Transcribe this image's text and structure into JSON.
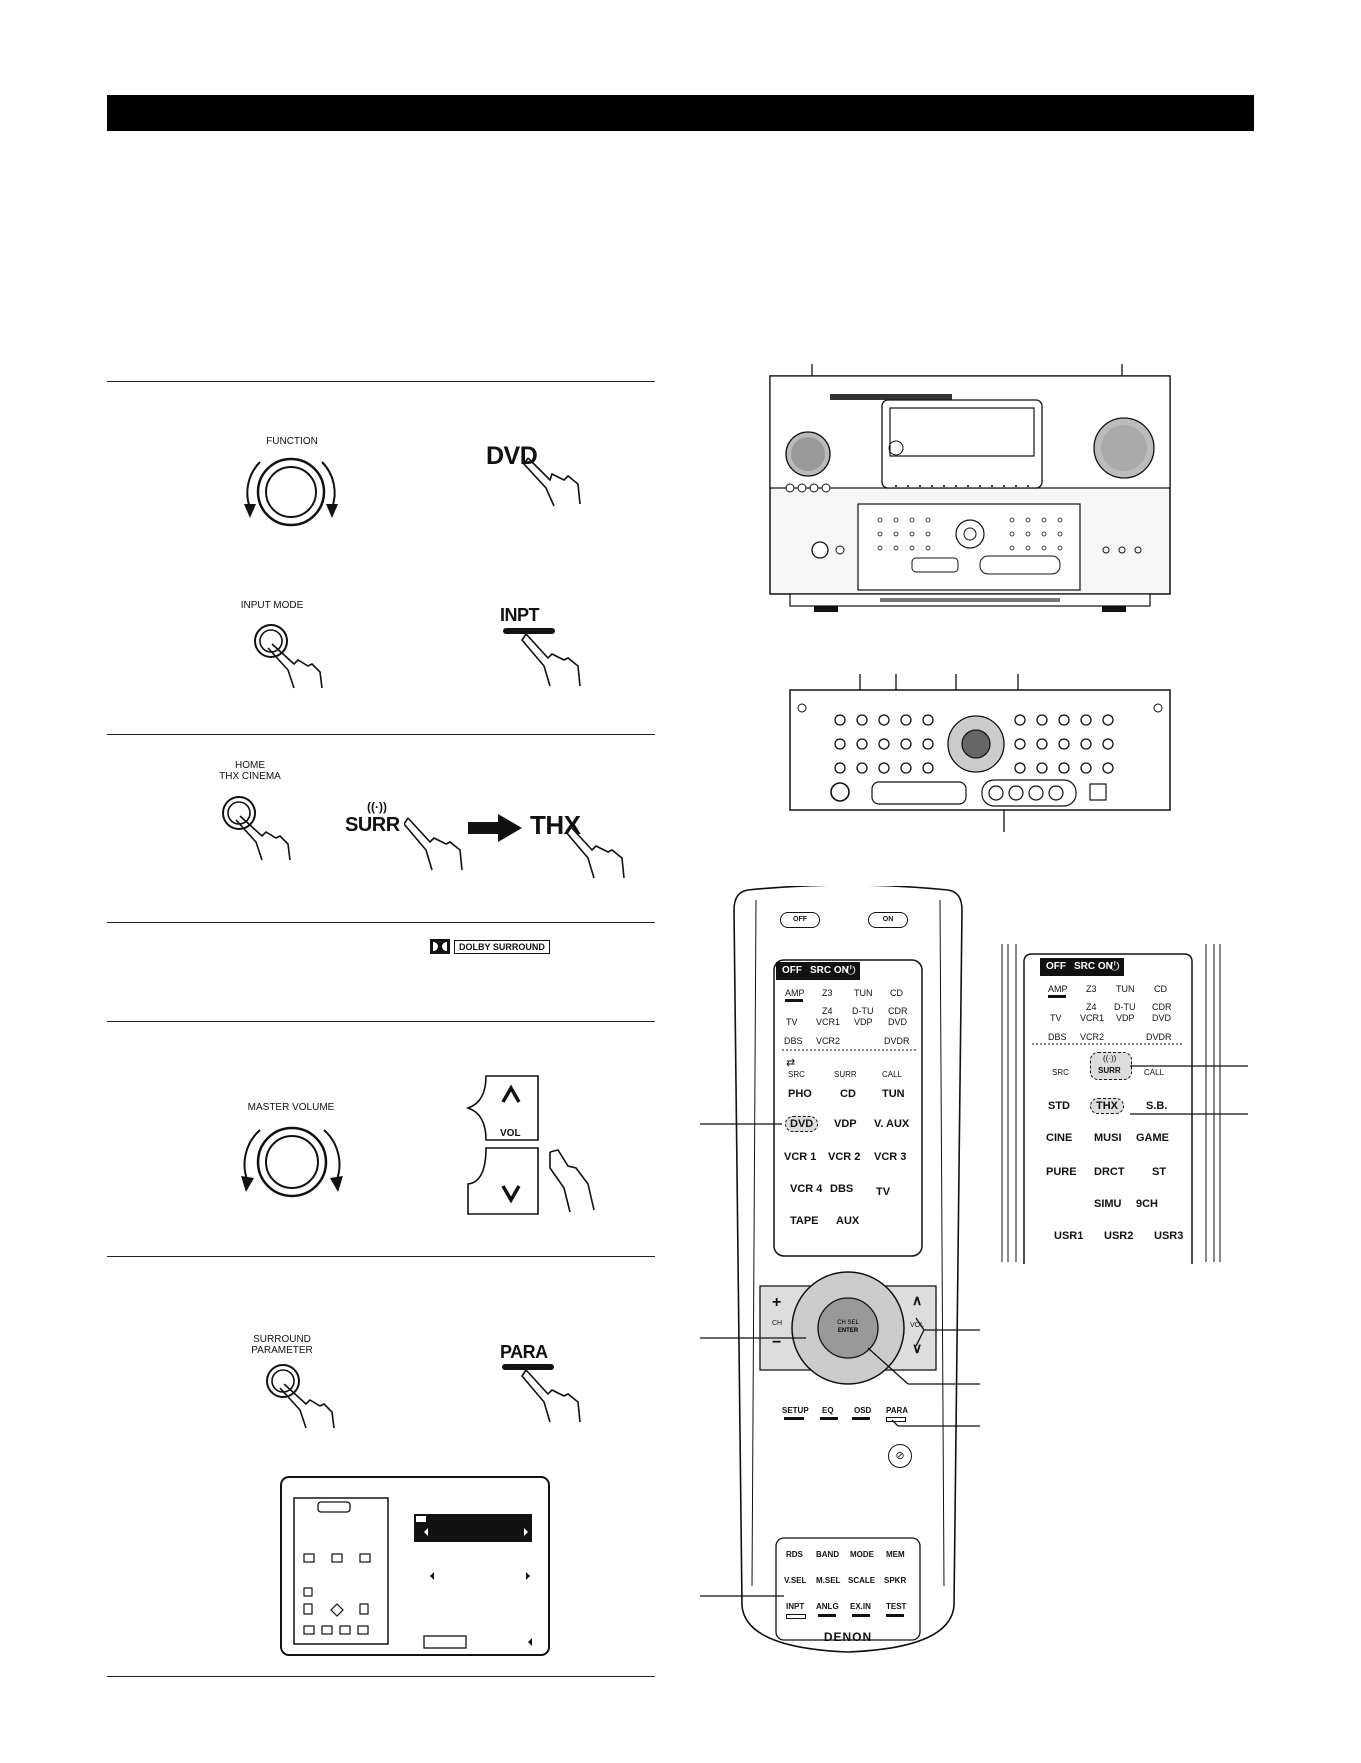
{
  "steps": {
    "step1": {
      "knob_label": "FUNCTION",
      "remote_button": "DVD"
    },
    "step2": {
      "knob_label": "INPUT MODE",
      "remote_button": "INPT"
    },
    "step3": {
      "knob_label_line1": "HOME",
      "knob_label_line2": "THX CINEMA",
      "remote_button_a": "SURR",
      "remote_button_b": "THX"
    },
    "step4": {
      "logo_text": "DOLBY SURROUND"
    },
    "step5": {
      "knob_label": "MASTER VOLUME",
      "vol_label": "VOL"
    },
    "step6": {
      "knob_label_line1": "SURROUND",
      "knob_label_line2": "PARAMETER",
      "remote_button": "PARA"
    }
  },
  "remote": {
    "top_buttons": [
      "OFF",
      "ON"
    ],
    "mode_tab": {
      "off": "OFF",
      "src_on": "SRC ON"
    },
    "source_grid": [
      [
        "AMP",
        "Z3",
        "TUN",
        "CD"
      ],
      [
        "Z4",
        "D-TU",
        "CDR"
      ],
      [
        "TV",
        "VCR1",
        "VDP",
        "DVD"
      ],
      [
        "DBS",
        "VCR2",
        "DVDR"
      ]
    ],
    "mode_row": [
      "SRC",
      "SURR",
      "CALL"
    ],
    "input_keys": [
      [
        "PHO",
        "CD",
        "TUN"
      ],
      [
        "DVD",
        "VDP",
        "V. AUX"
      ],
      [
        "VCR 1",
        "VCR 2",
        "VCR 3"
      ],
      [
        "VCR 4",
        "DBS",
        "TV"
      ],
      [
        "TAPE",
        "AUX"
      ]
    ],
    "ch_label": "CH",
    "vol_label": "VOL",
    "enter_label_1": "CH SEL",
    "enter_label_2": "ENTER",
    "func_row": [
      "SETUP",
      "EQ",
      "OSD",
      "PARA"
    ],
    "bottom_grid": [
      [
        "RDS",
        "BAND",
        "MODE",
        "MEM"
      ],
      [
        "V.SEL",
        "M.SEL",
        "SCALE",
        "SPKR"
      ],
      [
        "INPT",
        "ANLG",
        "EX.IN",
        "TEST"
      ]
    ],
    "brand": "DENON"
  },
  "remote_detail": {
    "mode_tab": {
      "off": "OFF",
      "src_on": "SRC ON"
    },
    "mode_row": [
      "SRC",
      "SURR",
      "CALL"
    ],
    "surround_keys": [
      [
        "STD",
        "THX",
        "S.B."
      ],
      [
        "CINE",
        "MUSI",
        "GAME"
      ],
      [
        "PURE",
        "DRCT",
        "ST"
      ],
      [
        "SIMU",
        "9CH"
      ],
      [
        "USR1",
        "USR2",
        "USR3"
      ]
    ]
  }
}
